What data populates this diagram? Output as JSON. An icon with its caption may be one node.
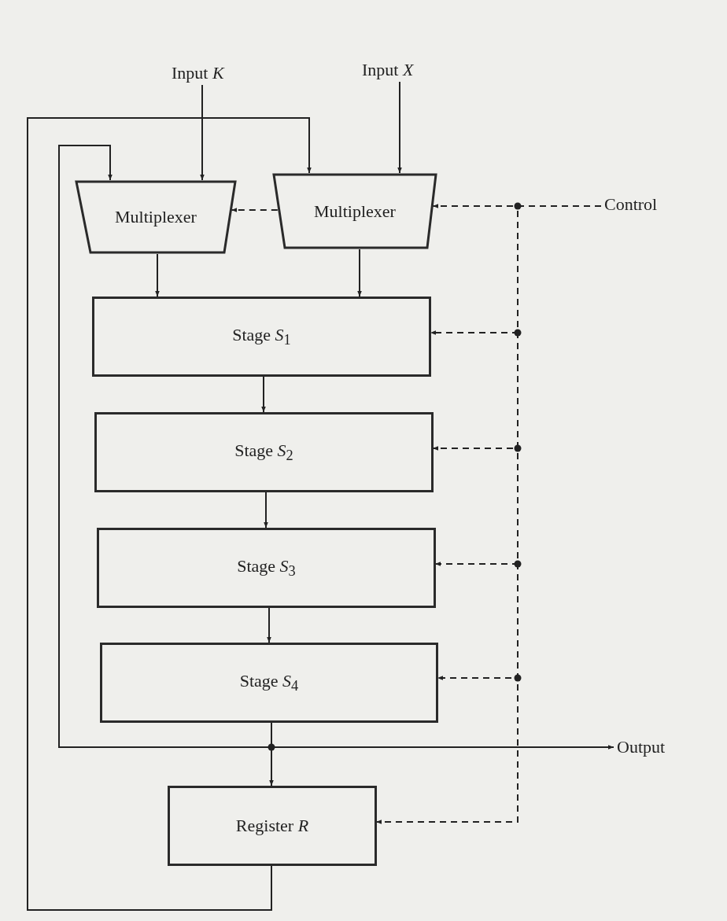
{
  "diagram": {
    "nodes": [
      {
        "text": [
          "Input *K*"
        ]
      },
      {
        "text": [
          "Input *X*"
        ]
      },
      {
        "text": [
          "Multiplexer"
        ]
      },
      {
        "text": [
          "Multiplexer"
        ]
      },
      {
        "text": [
          "Control"
        ]
      },
      {
        "text": [
          "Stage *S*$_{1}$"
        ]
      },
      {
        "text": [
          "Stage *S*$_{2}$"
        ]
      },
      {
        "text": [
          "Stage *S*$_{3}$"
        ]
      },
      {
        "text": [
          "Stage *S*$_{4}$"
        ]
      },
      {
        "text": [
          "Output"
        ]
      },
      {
        "text": [
          "Register *R*"
        ]
      }
    ],
    "edges": [
      {
        "from": 0,
        "to": 2,
        "arrow": "to"
      },
      {
        "from": 1,
        "to": 3,
        "arrow": "to"
      },
      {
        "from": 4,
        "to": 3,
        "arrow": "to",
        "style": "dashed"
      },
      {
        "from": 3,
        "to": 2,
        "arrow": "to",
        "style": "dashed"
      },
      {
        "from": 2,
        "to": 5,
        "arrow": "to"
      },
      {
        "from": 3,
        "to": 5,
        "arrow": "to"
      },
      {
        "from": 4,
        "to": 5,
        "arrow": "to",
        "style": "dashed"
      },
      {
        "from": 5,
        "to": 6,
        "arrow": "to"
      },
      {
        "from": 4,
        "to": 6,
        "arrow": "to",
        "style": "dashed"
      },
      {
        "from": 6,
        "to": 7,
        "arrow": "to"
      },
      {
        "from": 4,
        "to": 7,
        "arrow": "to",
        "style": "dashed"
      },
      {
        "from": 7,
        "to": 8,
        "arrow": "to"
      },
      {
        "from": 4,
        "to": 8,
        "arrow": "to",
        "style": "dashed"
      },
      {
        "from": 8,
        "to": 9,
        "arrow": "to"
      },
      {
        "from": 8,
        "to": 10,
        "arrow": "to"
      },
      {
        "from": 8,
        "to": 2,
        "arrow": "to"
      },
      {
        "from": 4,
        "to": 10,
        "arrow": "to",
        "style": "dashed"
      },
      {
        "from": 10,
        "to": 3,
        "arrow": "to"
      }
    ]
  }
}
